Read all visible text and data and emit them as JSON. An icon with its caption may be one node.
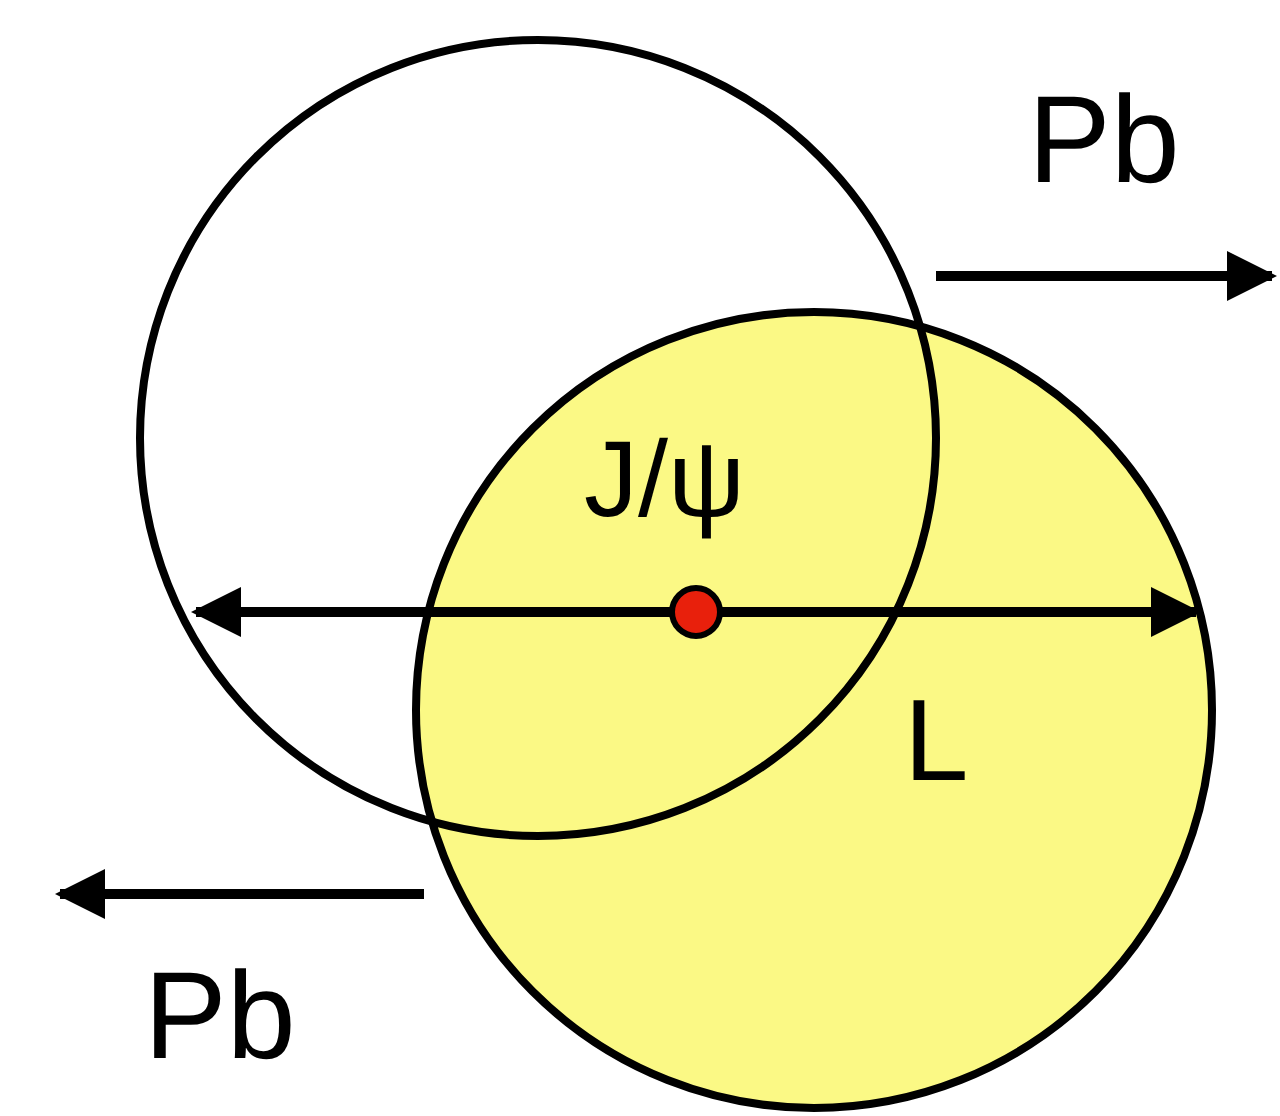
{
  "diagram": {
    "labels": [
      "Pb",
      "J/ψ",
      "L",
      "Pb"
    ]
  }
}
